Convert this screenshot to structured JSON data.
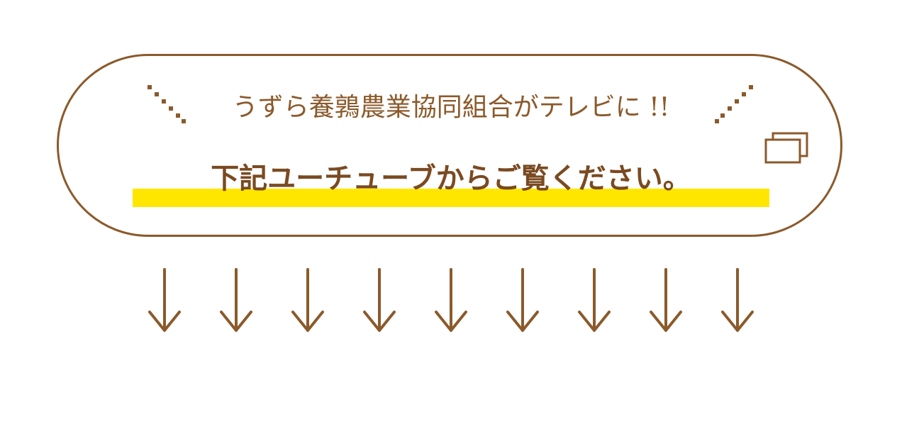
{
  "banner": {
    "headline": "うずら養鶉農業協同組合がテレビに !!",
    "subline": "下記ユーチューブからご覧ください。"
  },
  "icons": {
    "left_decoration": "sparkle-lines-icon",
    "right_decoration": "sparkle-lines-icon",
    "external_window": "external-window-icon",
    "arrow": "down-arrow-icon"
  },
  "arrows": {
    "count": 9
  },
  "colors": {
    "brown": "#8B5A2B",
    "highlight_yellow": "#FFE600",
    "background": "#FFFFFF"
  }
}
